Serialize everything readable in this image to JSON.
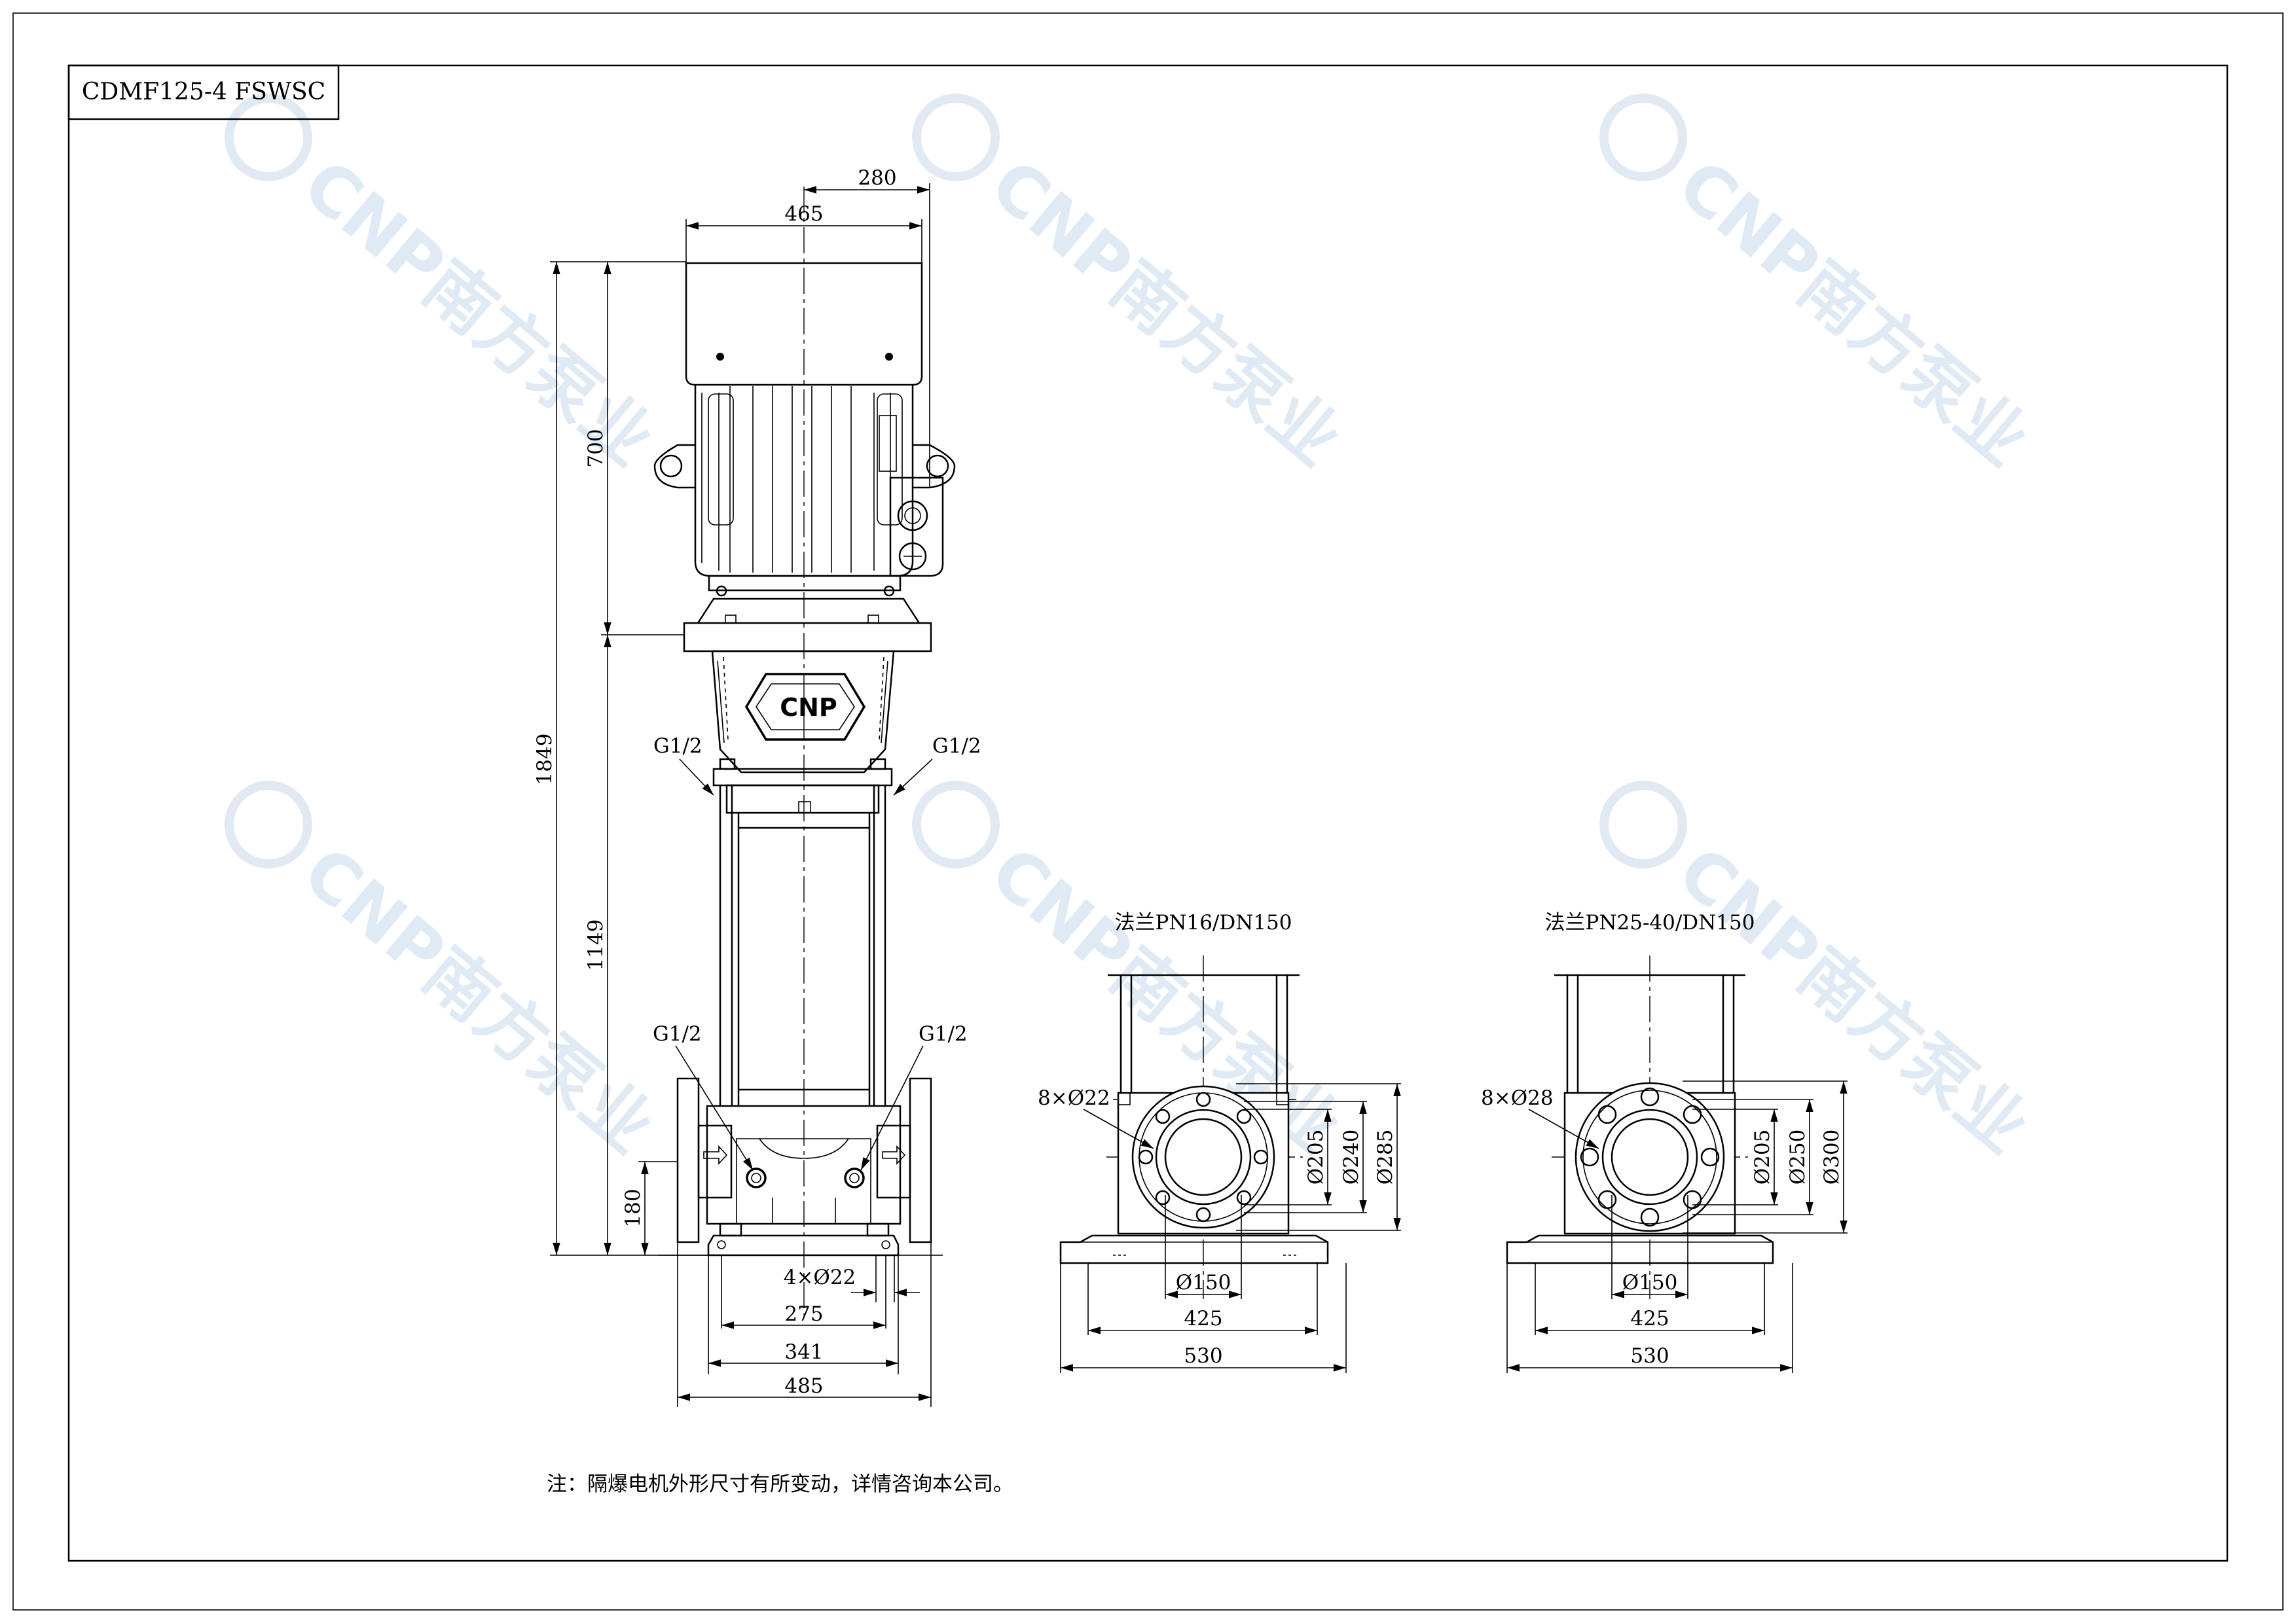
{
  "title_block": {
    "model": "CDMF125-4 FSWSC"
  },
  "watermark": {
    "brand": "CNP",
    "chinese": "南方泵业",
    "color": "#c8d8ea"
  },
  "pump_badge": "CNP",
  "front_view": {
    "dims": {
      "top_right": "280",
      "top_left": "465",
      "motor_height": "700",
      "overall_height": "1849",
      "lower_height": "1149",
      "inlet_height": "180",
      "holes": "4×Ø22",
      "base_275": "275",
      "base_341": "341",
      "base_485": "485"
    },
    "ports": {
      "upper_left": "G1/2",
      "upper_right": "G1/2",
      "lower_left": "G1/2",
      "lower_right": "G1/2"
    }
  },
  "flange_pn16": {
    "title": "法兰PN16/DN150",
    "holes": "8×Ø22",
    "d_inner": "Ø150",
    "d_bore": "Ø205",
    "d_pcd": "Ø240",
    "d_outer": "Ø285",
    "w_425": "425",
    "w_530": "530"
  },
  "flange_pn25": {
    "title": "法兰PN25-40/DN150",
    "holes": "8×Ø28",
    "d_inner": "Ø150",
    "d_bore": "Ø205",
    "d_pcd": "Ø250",
    "d_outer": "Ø300",
    "w_425": "425",
    "w_530": "530"
  },
  "note": "注：隔爆电机外形尺寸有所变动，详情咨询本公司。"
}
